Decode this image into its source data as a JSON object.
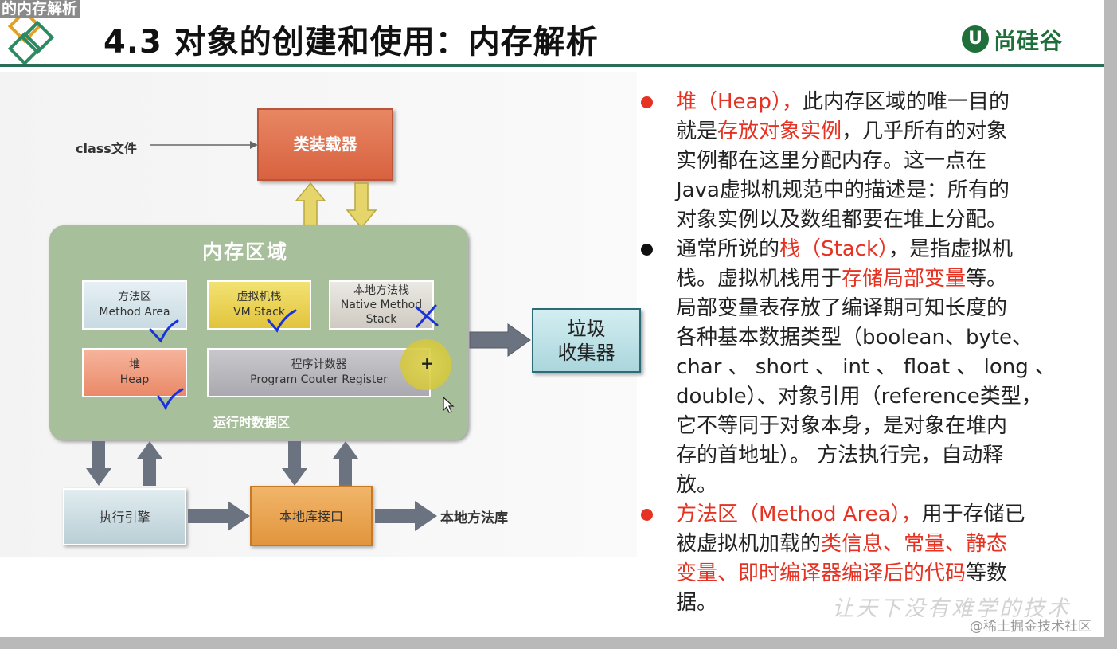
{
  "slide": {
    "caption": "的内存解析",
    "title": "4.3 对象的创建和使用：内存解析",
    "brand": {
      "mark": "U",
      "name": "尚硅谷"
    },
    "watermark": "让天下没有难学的技术",
    "source_mark": "@稀土掘金技术社区"
  },
  "diagram": {
    "class_file": "class文件",
    "class_loader": "类装载器",
    "memory_area": "内存区域",
    "method_area": {
      "cn": "方法区",
      "en": "Method Area"
    },
    "vm_stack": {
      "cn": "虚拟机栈",
      "en": "VM Stack"
    },
    "native_stack": {
      "cn": "本地方法栈",
      "en1": "Native Method",
      "en2": "Stack"
    },
    "heap": {
      "cn": "堆",
      "en": "Heap"
    },
    "pc_register": {
      "cn": "程序计数器",
      "en": "Program Couter Register"
    },
    "runtime_area": "运行时数据区",
    "gc": {
      "line1": "垃圾",
      "line2": "收集器"
    },
    "exec_engine": "执行引擎",
    "native_interface": "本地库接口",
    "native_library": "本地方法库",
    "pointer_plus": "+"
  },
  "notes": {
    "heap": {
      "p1": "堆（Heap），",
      "p2": "此内存区域的唯一目的",
      "p3": "就是",
      "p4": "存放对象实例",
      "p5": "，几乎所有的对象",
      "p6": "实例都在这里分配内存。这一点在",
      "p7": "Java虚拟机规范中的描述是：所有的",
      "p8": "对象实例以及数组都要在堆上分配。"
    },
    "stack": {
      "p1": "通常所说的",
      "p2": "栈（Stack）",
      "p3": "，是指虚拟机",
      "p4": "栈。虚拟机栈用于",
      "p5": "存储局部变量",
      "p6": "等。",
      "p7": "局部变量表存放了编译期可知长度的",
      "p8": "各种基本数据类型（boolean、byte、",
      "p9": "char 、 short 、 int 、 float 、 long 、",
      "p10": "double）、对象引用（reference类型，",
      "p11": "它不等同于对象本身，是对象在堆内",
      "p12": "存的首地址）。 方法执行完，自动释",
      "p13": "放。"
    },
    "method": {
      "p1": "方法区（Method Area），",
      "p2": "用于存储已",
      "p3": "被虚拟机加载的",
      "p4": "类信息、常量、静态",
      "p5": "变量、即时编译器编译后的代码",
      "p6": "等数",
      "p7": "据。"
    }
  },
  "colors": {
    "accent_red": "#e53222",
    "title_rule": "#2b6e57",
    "memory_area": "#a8bf9c",
    "class_loader": "#e2704b",
    "gc_box": "#bfe2e6",
    "check_marks": "#1a33d8",
    "pointer_highlight": "#d6c93a"
  }
}
